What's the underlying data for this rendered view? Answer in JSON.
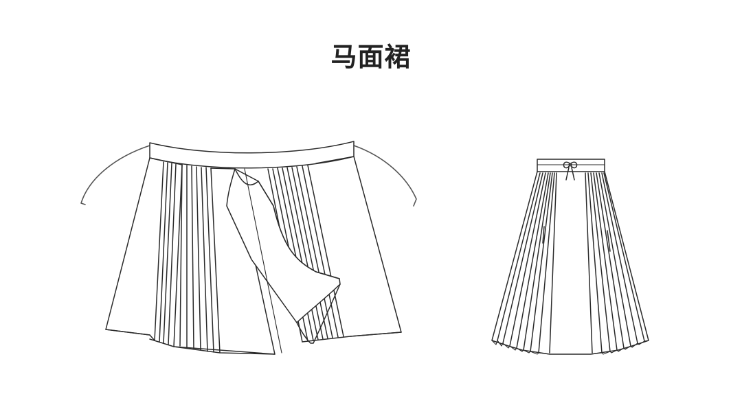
{
  "title": "马面裙",
  "figures": [
    {
      "name": "mamian-skirt-open-view"
    },
    {
      "name": "mamian-skirt-front-view"
    }
  ]
}
